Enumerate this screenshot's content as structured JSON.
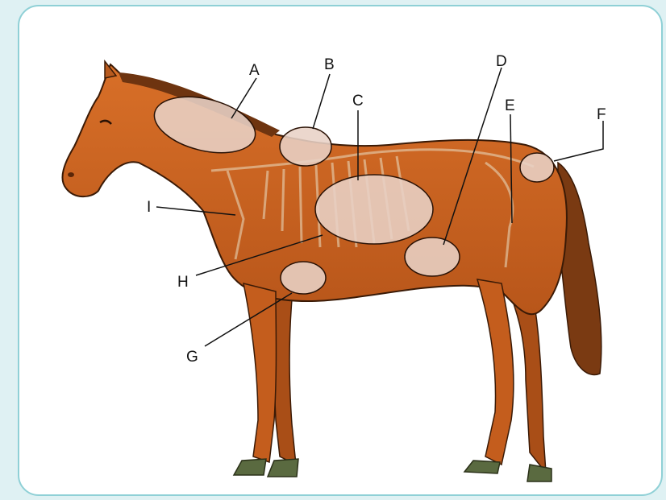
{
  "colors": {
    "background": "#dff1f3",
    "frame_border": "#8fd0d6",
    "body_fill": "#c8611f",
    "body_shade": "#8a3a10",
    "mane_tail": "#7a3a12",
    "hoof": "#5a6a40",
    "highlight_fill": "#e8d2c6",
    "skeleton": "#e8dcc0"
  },
  "diagram": {
    "subject": "horse-anatomy",
    "labels": {
      "A": "A",
      "B": "B",
      "C": "C",
      "D": "D",
      "E": "E",
      "F": "F",
      "G": "G",
      "H": "H",
      "I": "I"
    }
  }
}
